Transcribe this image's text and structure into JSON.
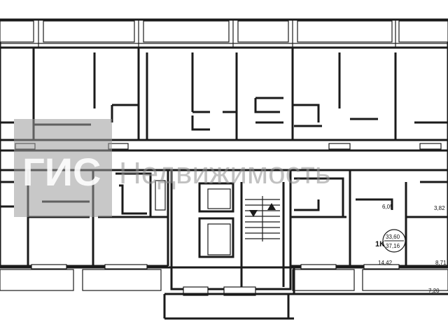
{
  "watermark": {
    "logo_text": "ГИС",
    "brand_text": "Недвижимость"
  },
  "unit": {
    "type_label": "1К",
    "living_area": "33,60",
    "total_area": "37,16"
  },
  "room_areas": {
    "kitchen": "6,05",
    "bathroom": "3,82",
    "room": "14,42",
    "hall": "8,71",
    "loggia": "7,20"
  }
}
